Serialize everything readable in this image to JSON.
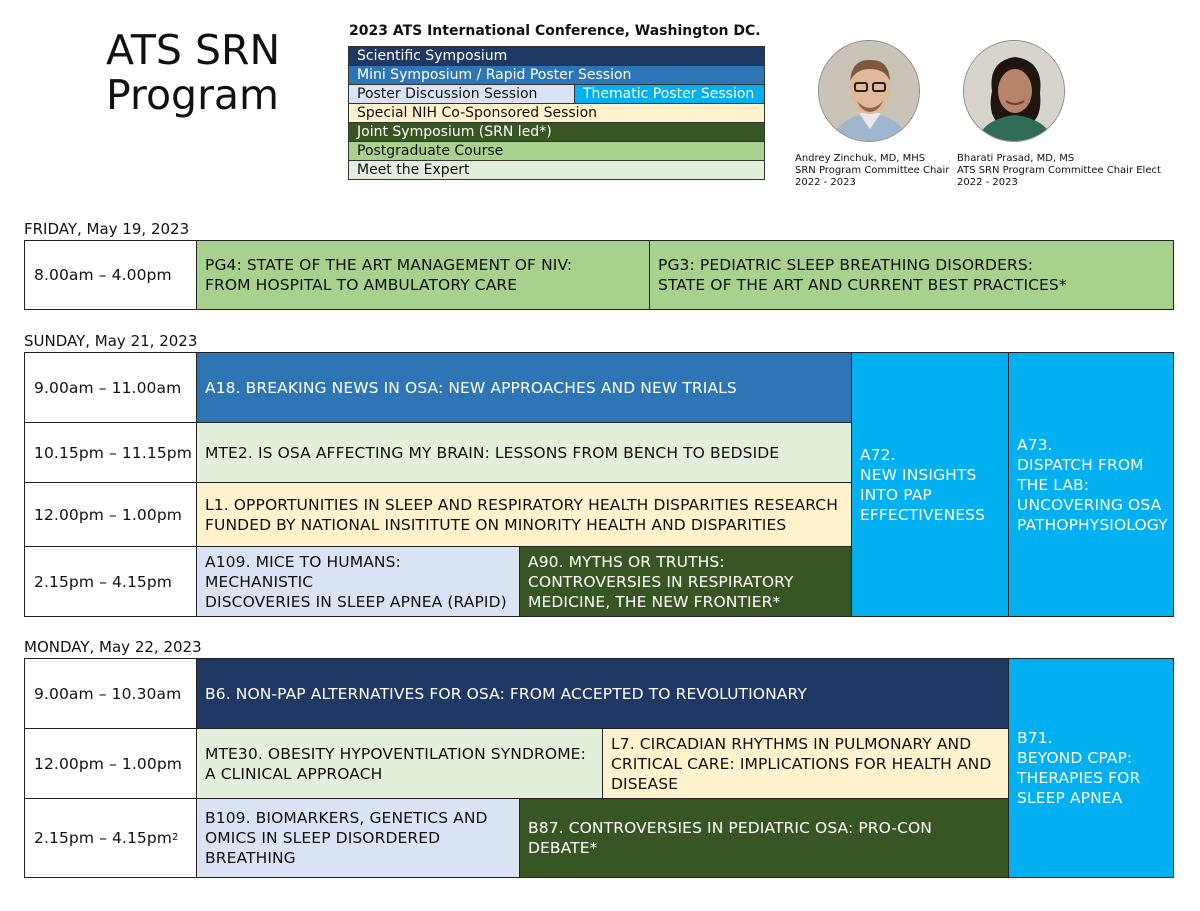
{
  "title": {
    "line1": "ATS SRN",
    "line2": "Program"
  },
  "conference": "2023 ATS International Conference, Washington DC.",
  "legend": {
    "scientific": "Scientific Symposium",
    "mini": "Mini Symposium / Rapid Poster Session",
    "poster_discussion": "Poster Discussion Session",
    "thematic": "Thematic Poster Session",
    "nih": "Special NIH Co-Sponsored Session",
    "joint": "Joint Symposium (SRN led*)",
    "postgraduate": "Postgraduate Course",
    "expert": "Meet the Expert"
  },
  "colors": {
    "scientific": "#203864",
    "mini": "#2e75b6",
    "poster_discussion": "#dae3f3",
    "thematic": "#00b0f0",
    "nih": "#fff2cc",
    "joint": "#375623",
    "postgraduate": "#a9d18e",
    "expert": "#e2efda"
  },
  "chairs": [
    {
      "name": "Andrey Zinchuk, MD, MHS",
      "role": "SRN Program Committee Chair",
      "years": "2022 - 2023"
    },
    {
      "name": "Bharati Prasad, MD, MS",
      "role": "ATS SRN Program Committee Chair Elect",
      "years": "2022 - 2023"
    }
  ],
  "friday": {
    "date": "FRIDAY, May 19, 2023",
    "t1": "8.00am – 4.00pm",
    "pg4": "PG4: STATE OF THE ART MANAGEMENT OF NIV:\nFROM HOSPITAL TO AMBULATORY CARE",
    "pg3": "PG3: PEDIATRIC SLEEP BREATHING DISORDERS:\nSTATE OF THE ART AND CURRENT BEST PRACTICES*"
  },
  "sunday": {
    "date": "SUNDAY, May 21, 2023",
    "t1": "9.00am – 11.00am",
    "t2": "10.15pm – 11.15pm",
    "t3": "12.00pm – 1.00pm",
    "t4": "2.15pm – 4.15pm",
    "a18": "A18. BREAKING NEWS IN OSA: NEW APPROACHES AND NEW TRIALS",
    "mte2": "MTE2. IS OSA AFFECTING MY BRAIN: LESSONS FROM BENCH TO BEDSIDE",
    "l1": "L1. OPPORTUNITIES IN SLEEP AND RESPIRATORY HEALTH DISPARITIES RESEARCH\nFUNDED BY NATIONAL INSITITUTE ON MINORITY HEALTH AND DISPARITIES",
    "a109": "A109. MICE TO HUMANS: MECHANISTIC\nDISCOVERIES IN SLEEP APNEA (RAPID)",
    "a90": "A90. MYTHS OR TRUTHS:\nCONTROVERSIES IN RESPIRATORY\nMEDICINE, THE NEW FRONTIER*",
    "a72": "A72.\nNEW INSIGHTS\nINTO PAP\nEFFECTIVENESS",
    "a73": "A73.\nDISPATCH FROM\nTHE LAB:\nUNCOVERING OSA\nPATHOPHYSIOLOGY"
  },
  "monday": {
    "date": "MONDAY, May 22, 2023",
    "t1": "9.00am – 10.30am",
    "t2": "12.00pm – 1.00pm",
    "t3": "2.15pm – 4.15pm",
    "t3_sup": "2",
    "b6": "B6. NON-PAP ALTERNATIVES FOR OSA: FROM ACCEPTED TO REVOLUTIONARY",
    "mte30": "MTE30. OBESITY HYPOVENTILATION SYNDROME:\nA CLINICAL APPROACH",
    "l7": "L7. CIRCADIAN RHYTHMS IN PULMONARY AND\nCRITICAL CARE: IMPLICATIONS FOR HEALTH AND\nDISEASE",
    "b109": "B109. BIOMARKERS, GENETICS AND\nOMICS IN SLEEP DISORDERED\nBREATHING",
    "b87": "B87. CONTROVERSIES IN PEDIATRIC OSA: PRO-CON DEBATE*",
    "b71": "B71.\nBEYOND CPAP:\nTHERAPIES FOR\nSLEEP APNEA"
  }
}
